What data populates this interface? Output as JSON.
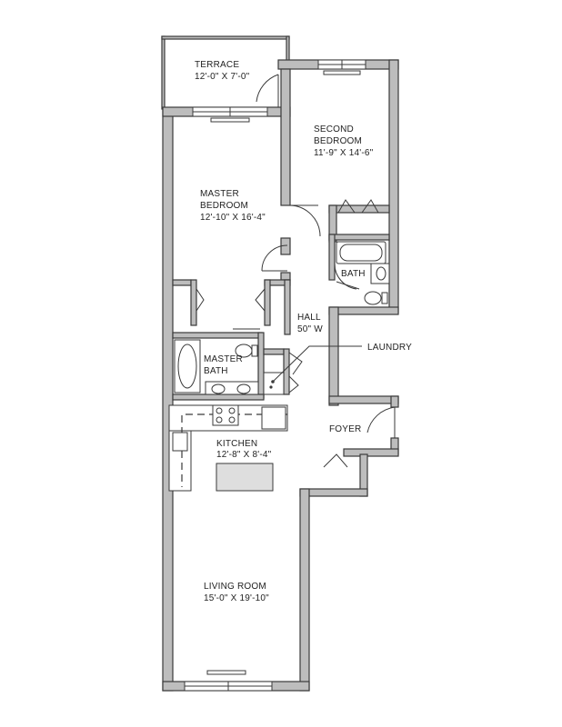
{
  "rooms": {
    "terrace": {
      "name": "TERRACE",
      "size": "12'-0\" X 7'-0\""
    },
    "second_bedroom": {
      "name_line1": "SECOND",
      "name_line2": "BEDROOM",
      "size": "11'-9\" X 14'-6\""
    },
    "master_bedroom": {
      "name_line1": "MASTER",
      "name_line2": "BEDROOM",
      "size": "12'-10\" X 16'-4\""
    },
    "bath": {
      "name": "BATH"
    },
    "hall": {
      "name": "HALL",
      "size": "50\" W"
    },
    "laundry": {
      "name": "LAUNDRY"
    },
    "master_bath": {
      "name_line1": "MASTER",
      "name_line2": "BATH"
    },
    "foyer": {
      "name": "FOYER"
    },
    "kitchen": {
      "name": "KITCHEN",
      "size": "12'-8\" X 8'-4\""
    },
    "living_room": {
      "name": "LIVING ROOM",
      "size": "15'-0\" X 19'-10\""
    }
  }
}
